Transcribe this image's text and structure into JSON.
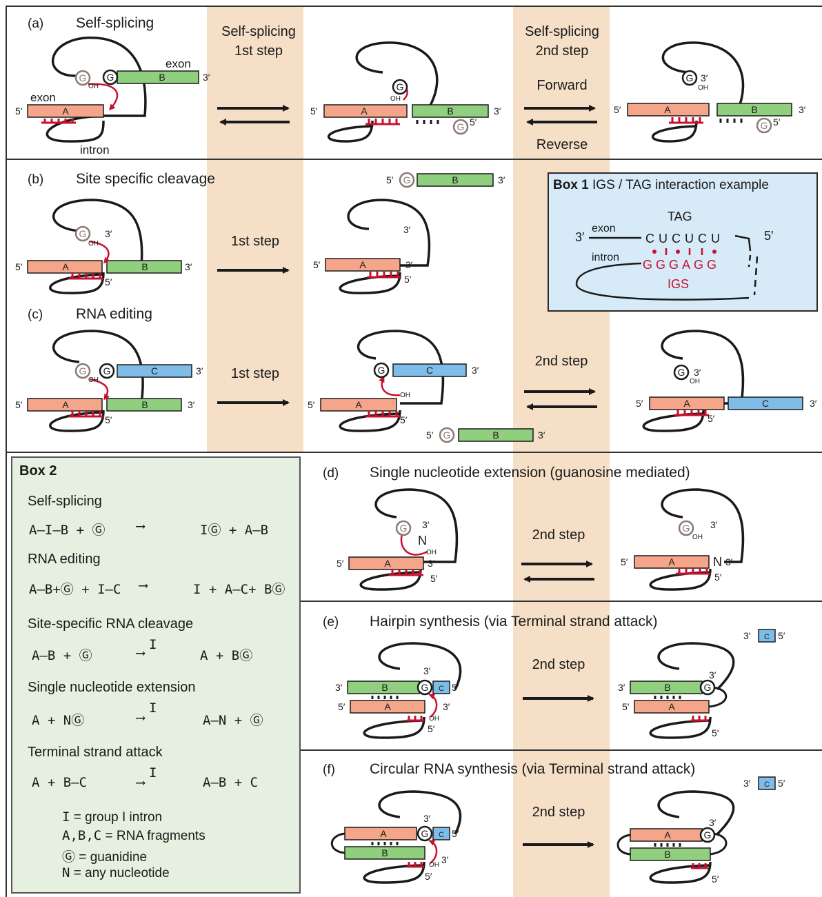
{
  "panel_a": {
    "tag": "(a)",
    "title": "Self-splicing",
    "step1_label_line1": "Self-splicing",
    "step1_label_line2": "1st step",
    "step2_label_line1": "Self-splicing",
    "step2_label_line2": "2nd step",
    "forward": "Forward",
    "reverse": "Reverse",
    "exon": "exon",
    "intron": "intron"
  },
  "panel_b": {
    "tag": "(b)",
    "title": "Site specific cleavage",
    "step_label": "1st step"
  },
  "panel_c": {
    "tag": "(c)",
    "title": "RNA editing",
    "step1_label": "1st step",
    "step2_label": "2nd step"
  },
  "panel_d": {
    "tag": "(d)",
    "title": "Single nucleotide extension (guanosine mediated)",
    "step_label": "2nd step"
  },
  "panel_e": {
    "tag": "(e)",
    "title": "Hairpin synthesis (via Terminal strand attack)",
    "step_label": "2nd step"
  },
  "panel_f": {
    "tag": "(f)",
    "title": "Circular RNA synthesis (via Terminal strand attack)",
    "step_label": "2nd step"
  },
  "box1": {
    "title_bold": "Box 1",
    "title_rest": "IGS / TAG interaction example",
    "tag": "TAG",
    "igs": "IGS",
    "tag_seq": "CUCUCU",
    "igs_seq": "GGGAGG",
    "exon": "exon",
    "intron": "intron",
    "three_prime": "3′",
    "five_prime": "5′"
  },
  "box2": {
    "title": "Box 2",
    "sections": [
      {
        "heading": "Self-splicing",
        "lhs": "A–I–B + Ⓖ",
        "arrow_label": "",
        "rhs": "IⒼ + A–B"
      },
      {
        "heading": "RNA editing",
        "lhs": "A–B+Ⓖ + I–C",
        "arrow_label": "",
        "rhs": "I + A–C+ BⒼ"
      },
      {
        "heading": "Site-specific RNA cleavage",
        "lhs": "A–B + Ⓖ",
        "arrow_label": "I",
        "rhs": "A + BⒼ"
      },
      {
        "heading": "Single nucleotide extension",
        "lhs": "A + NⒼ",
        "arrow_label": "I",
        "rhs": "A–N + Ⓖ"
      },
      {
        "heading": "Terminal strand attack",
        "lhs": "A + B–C",
        "arrow_label": "I",
        "rhs": "A–B + C"
      }
    ],
    "legend": [
      {
        "sym": "I",
        "eq": "=",
        "desc": "group I intron"
      },
      {
        "sym": "A,B,C",
        "eq": "=",
        "desc": "RNA fragments"
      },
      {
        "sym": "Ⓖ",
        "eq": "=",
        "desc": "guanidine"
      },
      {
        "sym": "N",
        "eq": "=",
        "desc": "any nucleotide"
      }
    ]
  },
  "labels": {
    "A": "A",
    "B": "B",
    "C": "C",
    "G": "G",
    "N": "N",
    "OH": "OH",
    "three_prime": "3′",
    "five_prime": "5′"
  },
  "colors": {
    "band": "#f5dfc6",
    "exon_a": "#f4a58a",
    "exon_b": "#8fcf7e",
    "exon_c": "#7fbde8",
    "red": "#c8102e",
    "box1_bg": "#d6ebf7",
    "box2_bg": "#e6f0e0"
  }
}
